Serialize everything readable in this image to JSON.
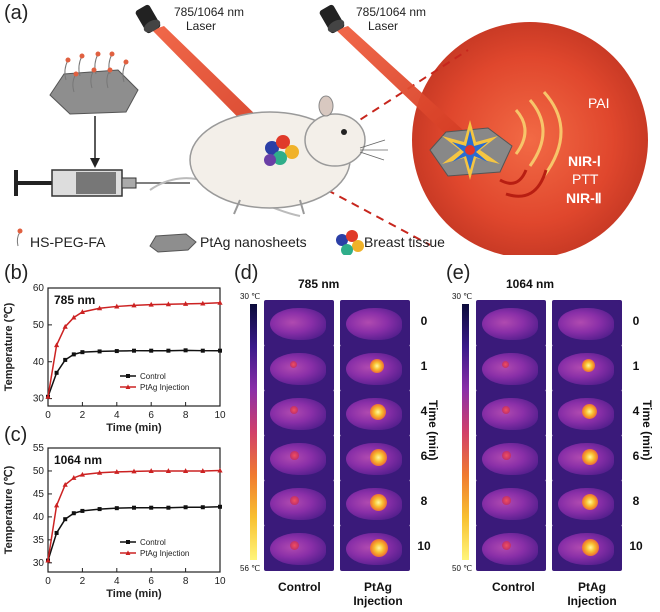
{
  "panels": {
    "a": "(a)",
    "b": "(b)",
    "c": "(c)",
    "d": "(d)",
    "e": "(e)"
  },
  "panel_a": {
    "laser_label_left": [
      "785/1064 nm",
      "Laser"
    ],
    "laser_label_right": [
      "785/1064 nm",
      "Laser"
    ],
    "pai": "PAI",
    "nir1": "NIR-Ⅰ",
    "ptt": "PTT",
    "nir2": "NIR-Ⅱ",
    "legend": [
      {
        "label": "HS-PEG-FA",
        "icon": "peg-ligand-icon"
      },
      {
        "label": "PtAg nanosheets",
        "icon": "nanosheet-icon"
      },
      {
        "label": "Breast tissue",
        "icon": "tissue-cluster-icon"
      }
    ],
    "colors": {
      "laser": "#e34a2c",
      "glow": "#d9432a",
      "dash": "#c7261d"
    }
  },
  "chart_data": [
    {
      "type": "line",
      "annotation": "785 nm",
      "xlabel": "Time (min)",
      "ylabel": "Temperature (℃)",
      "xlim": [
        0,
        10
      ],
      "ylim": [
        28,
        60
      ],
      "xticks": [
        0,
        2,
        4,
        6,
        8,
        10
      ],
      "yticks": [
        30,
        40,
        50,
        60
      ],
      "legend_position": "bottom-right",
      "series": [
        {
          "name": "Control",
          "color": "#111111",
          "x": [
            0,
            0.5,
            1,
            1.5,
            2,
            3,
            4,
            5,
            6,
            7,
            8,
            9,
            10
          ],
          "y": [
            30.5,
            37.0,
            40.5,
            42.0,
            42.6,
            42.8,
            42.9,
            43.0,
            43.0,
            43.0,
            43.1,
            43.0,
            43.0
          ]
        },
        {
          "name": "PtAg Injection",
          "color": "#cc2222",
          "x": [
            0,
            0.5,
            1,
            1.5,
            2,
            3,
            4,
            5,
            6,
            7,
            8,
            9,
            10
          ],
          "y": [
            30.5,
            44.5,
            49.5,
            52.0,
            53.5,
            54.5,
            55.0,
            55.3,
            55.5,
            55.6,
            55.7,
            55.8,
            56.0
          ]
        }
      ]
    },
    {
      "type": "line",
      "annotation": "1064 nm",
      "xlabel": "Time (min)",
      "ylabel": "Temperature (℃)",
      "xlim": [
        0,
        10
      ],
      "ylim": [
        28,
        55
      ],
      "xticks": [
        0,
        2,
        4,
        6,
        8,
        10
      ],
      "yticks": [
        30,
        35,
        40,
        45,
        50,
        55
      ],
      "legend_position": "bottom-right",
      "series": [
        {
          "name": "Control",
          "color": "#111111",
          "x": [
            0,
            0.5,
            1,
            1.5,
            2,
            3,
            4,
            5,
            6,
            7,
            8,
            9,
            10
          ],
          "y": [
            30.5,
            36.5,
            39.5,
            40.8,
            41.3,
            41.7,
            41.9,
            42.0,
            42.0,
            42.0,
            42.1,
            42.1,
            42.2
          ]
        },
        {
          "name": "PtAg Injection",
          "color": "#cc2222",
          "x": [
            0,
            0.5,
            1,
            1.5,
            2,
            3,
            4,
            5,
            6,
            7,
            8,
            9,
            10
          ],
          "y": [
            30.5,
            42.5,
            47.0,
            48.5,
            49.2,
            49.6,
            49.8,
            49.9,
            50.0,
            50.0,
            50.0,
            50.0,
            50.1
          ]
        }
      ]
    }
  ],
  "panel_d": {
    "title": "785 nm",
    "scale_top": "30 ℃",
    "scale_bottom": "56 ℃",
    "time_axis_label": "Time (min)",
    "times": [
      "0",
      "1",
      "4",
      "6",
      "8",
      "10"
    ],
    "col_labels": [
      "Control",
      "PtAg\nInjection"
    ],
    "col1": "Control",
    "col2a": "PtAg",
    "col2b": "Injection"
  },
  "panel_e": {
    "title": "1064 nm",
    "scale_top": "30 ℃",
    "scale_bottom": "50 ℃",
    "time_axis_label": "Time (min)",
    "times": [
      "0",
      "1",
      "4",
      "6",
      "8",
      "10"
    ],
    "col1": "Control",
    "col2a": "PtAg",
    "col2b": "Injection"
  }
}
